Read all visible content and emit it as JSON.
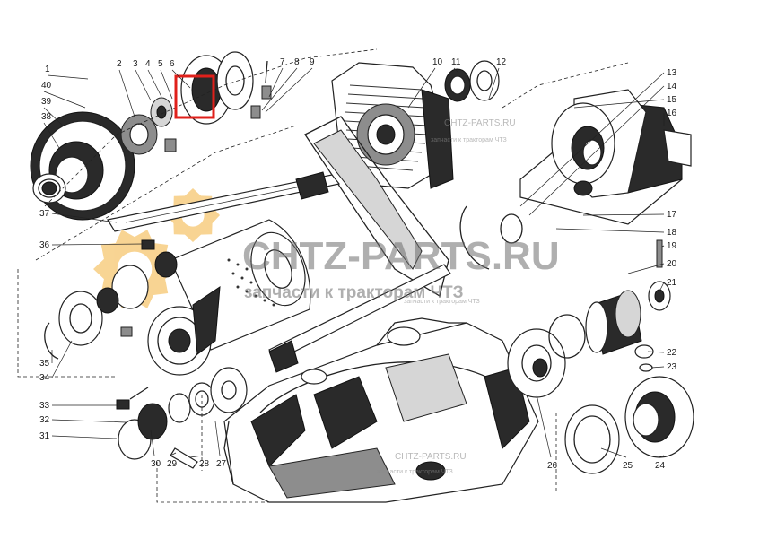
{
  "watermark": {
    "brand": "CHTZ-PARTS.RU",
    "tagline": "запчасти к тракторам ЧТЗ",
    "brand_small": "CHTZ-PARTS.RU",
    "tagline_small": "запчасти к тракторам ЧТЗ",
    "gear_color": "#f3b23c"
  },
  "highlight": {
    "part": "6",
    "color": "#e0201b"
  },
  "callouts": [
    "1",
    "2",
    "3",
    "4",
    "5",
    "6",
    "7",
    "8",
    "9",
    "10",
    "11",
    "12",
    "13",
    "14",
    "15",
    "16",
    "17",
    "18",
    "19",
    "20",
    "21",
    "22",
    "23",
    "24",
    "25",
    "26",
    "27",
    "28",
    "29",
    "30",
    "31",
    "32",
    "33",
    "34",
    "35",
    "36",
    "37",
    "38",
    "39",
    "40"
  ]
}
